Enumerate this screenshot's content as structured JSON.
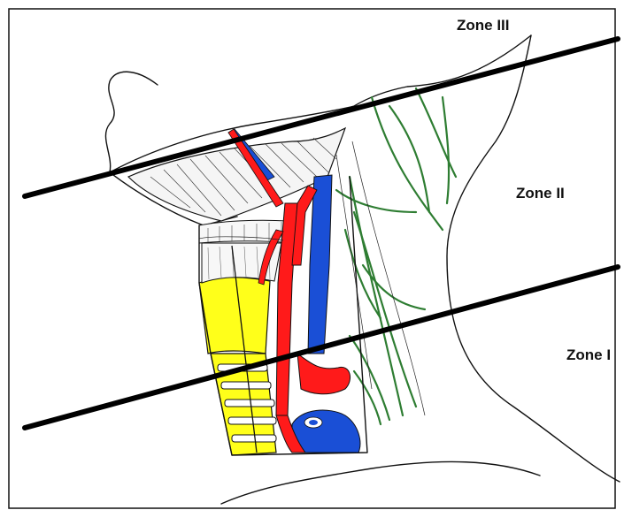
{
  "labels": {
    "zone3": "Zone III",
    "zone2": "Zone II",
    "zone1": "Zone I"
  },
  "colors": {
    "artery": "#ff1a1a",
    "vein": "#1a4fd6",
    "nerve": "#2e7d32",
    "cartilage": "#ffff1a",
    "line": "#000000",
    "frame": "#111111"
  }
}
